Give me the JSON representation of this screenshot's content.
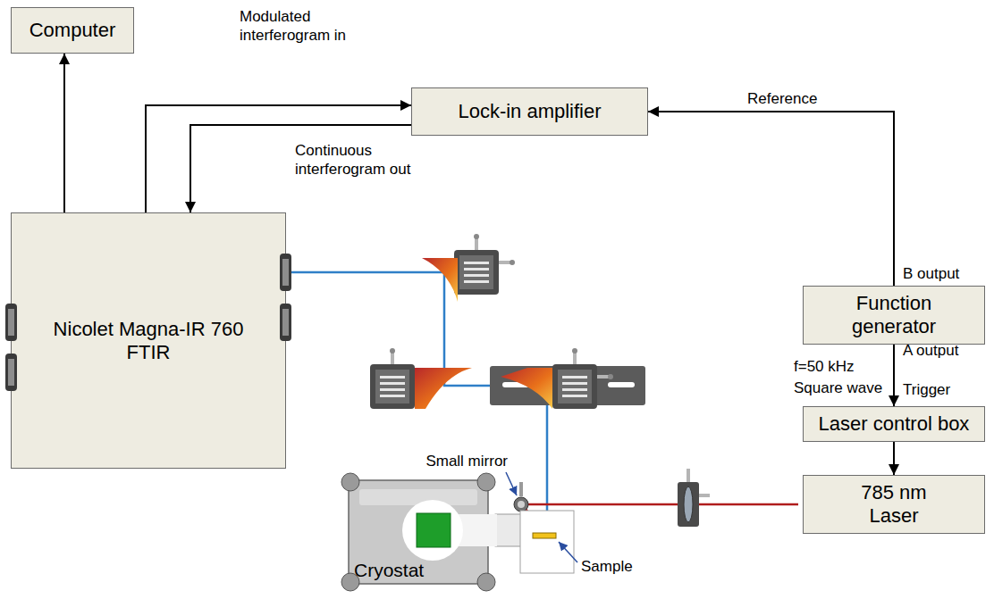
{
  "diagram": {
    "nodes": [
      {
        "text": [
          "Computer"
        ]
      },
      {
        "text": [
          "Lock-in amplifier"
        ]
      },
      {
        "text": [
          "Nicolet Magna-IR 760 FTIR"
        ]
      },
      {
        "text": [
          "Function generator"
        ]
      },
      {
        "text": [
          "Laser control box"
        ]
      },
      {
        "text": [
          "785 nm Laser"
        ]
      },
      {
        "text": [
          "Cryostat"
        ]
      }
    ],
    "edges": [
      {
        "from": 2,
        "to": 0,
        "arrow": "to"
      },
      {
        "from": 2,
        "to": 1,
        "label": "Modulated interferogram in",
        "arrow": "to"
      },
      {
        "from": 1,
        "to": 2,
        "label": "Continuous interferogram out",
        "arrow": "to"
      },
      {
        "from": 3,
        "to": 1,
        "label": "Reference",
        "arrow": "to"
      },
      {
        "from": 3,
        "to": 4,
        "arrow": "to"
      },
      {
        "from": 4,
        "to": 5,
        "arrow": "to"
      }
    ],
    "labels": [
      "B output",
      "A output",
      "f=50 kHz",
      "Square wave",
      "Trigger",
      "Small mirror",
      "Sample"
    ]
  }
}
